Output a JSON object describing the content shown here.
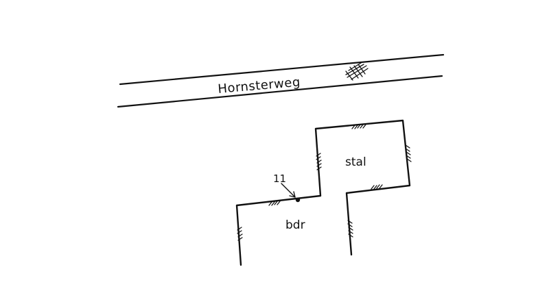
{
  "street": {
    "name": "Hornsterweg"
  },
  "rooms": {
    "upper": "stal",
    "lower": "bdr"
  },
  "point": {
    "number": "11"
  },
  "colors": {
    "ink": "#111111",
    "paper": "#ffffff"
  }
}
